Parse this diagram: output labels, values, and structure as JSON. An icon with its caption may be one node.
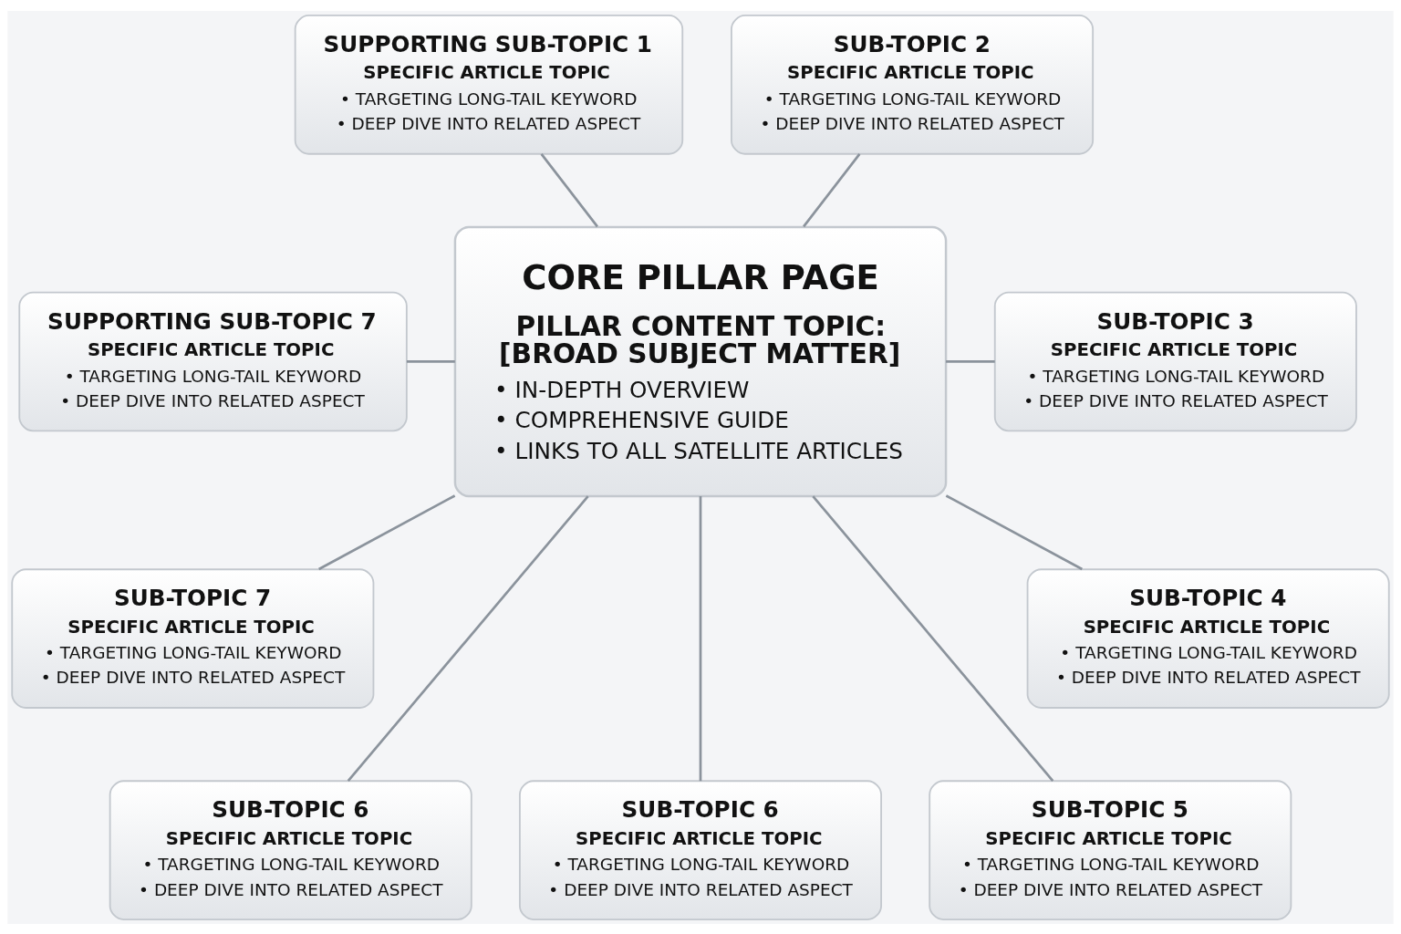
{
  "diagram": {
    "nodes": [
      {
        "text": [
          "SUPPORTING SUB-TOPIC 1",
          "SPECIFIC ARTICLE TOPIC",
          "• TARGETING LONG-TAIL KEYWORD",
          "• DEEP DIVE INTO RELATED ASPECT"
        ]
      },
      {
        "text": [
          "SUB-TOPIC 2",
          "SPECIFIC ARTICLE TOPIC",
          "• TARGETING LONG-TAIL KEYWORD",
          "• DEEP DIVE INTO RELATED ASPECT"
        ]
      },
      {
        "text": [
          "SUPPORTING SUB-TOPIC 7",
          "SPECIFIC ARTICLE TOPIC",
          "• TARGETING LONG-TAIL KEYWORD",
          "• DEEP DIVE INTO RELATED ASPECT"
        ]
      },
      {
        "text": [
          "CORE PILLAR PAGE",
          "PILLAR CONTENT TOPIC: [BROAD SUBJECT MATTER]",
          "• IN-DEPTH OVERVIEW",
          "• COMPREHENSIVE GUIDE",
          "• LINKS TO ALL SATELLITE ARTICLES"
        ]
      },
      {
        "text": [
          "SUB-TOPIC 3",
          "SPECIFIC ARTICLE TOPIC",
          "• TARGETING LONG-TAIL KEYWORD",
          "• DEEP DIVE INTO RELATED ASPECT"
        ]
      },
      {
        "text": [
          "SUB-TOPIC 7",
          "SPECIFIC ARTICLE TOPIC",
          "• TARGETING LONG-TAIL KEYWORD",
          "• DEEP DIVE INTO RELATED ASPECT"
        ]
      },
      {
        "text": [
          "SUB-TOPIC 4",
          "SPECIFIC ARTICLE TOPIC",
          "• TARGETING LONG-TAIL KEYWORD",
          "• DEEP DIVE INTO RELATED ASPECT"
        ]
      },
      {
        "text": [
          "SUB-TOPIC 6",
          "SPECIFIC ARTICLE TOPIC",
          "• TARGETING LONG-TAIL KEYWORD",
          "• DEEP DIVE INTO RELATED ASPECT"
        ]
      },
      {
        "text": [
          "SUB-TOPIC 6",
          "SPECIFIC ARTICLE TOPIC",
          "• TARGETING LONG-TAIL KEYWORD",
          "• DEEP DIVE INTO RELATED ASPECT"
        ]
      },
      {
        "text": [
          "SUB-TOPIC 5",
          "SPECIFIC ARTICLE TOPIC",
          "• TARGETING LONG-TAIL KEYWORD",
          "• DEEP DIVE INTO RELATED ASPECT"
        ]
      }
    ],
    "edges": [
      {
        "from": 0,
        "to": 3,
        "arrow": "none"
      },
      {
        "from": 1,
        "to": 3,
        "arrow": "none"
      },
      {
        "from": 2,
        "to": 3,
        "arrow": "none"
      },
      {
        "from": 3,
        "to": 4,
        "arrow": "none"
      },
      {
        "from": 3,
        "to": 5,
        "arrow": "none"
      },
      {
        "from": 3,
        "to": 7,
        "arrow": "none"
      },
      {
        "from": 3,
        "to": 8,
        "arrow": "none"
      },
      {
        "from": 3,
        "to": 9,
        "arrow": "none"
      },
      {
        "from": 3,
        "to": 6,
        "arrow": "none"
      }
    ]
  }
}
